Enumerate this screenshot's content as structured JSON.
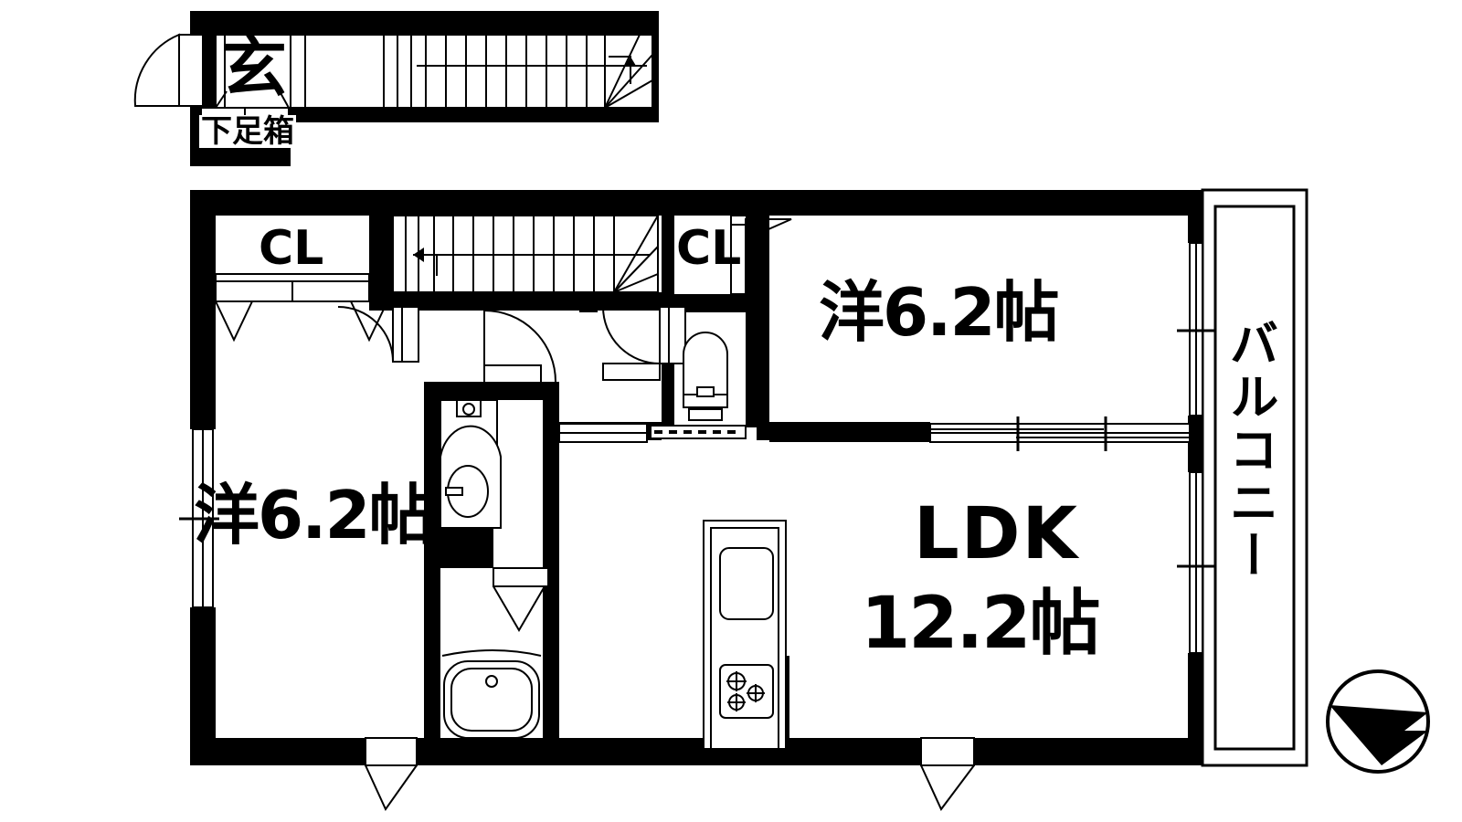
{
  "plan": {
    "type": "japanese-apartment-floor-plan",
    "layout_code": "2LDK",
    "background_color": "#ffffff",
    "wall_color": "#000000",
    "line_color": "#000000"
  },
  "rooms": [
    {
      "id": "genkan",
      "label": "玄",
      "name": "entrance-genkan"
    },
    {
      "id": "shoebox",
      "label": "下足箱",
      "name": "shoe-box"
    },
    {
      "id": "closet_west",
      "label": "CL",
      "name": "closet-west"
    },
    {
      "id": "closet_mid",
      "label": "CL",
      "name": "closet-middle"
    },
    {
      "id": "bedroom_ne",
      "label": "洋6.2帖",
      "name": "bedroom-northeast"
    },
    {
      "id": "bedroom_w",
      "label": "洋6.2帖",
      "name": "bedroom-west"
    },
    {
      "id": "ldk_name",
      "label": "LDK",
      "name": "living-dining-kitchen"
    },
    {
      "id": "ldk_size",
      "label": "12.2帖",
      "name": "ldk-area"
    },
    {
      "id": "balcony",
      "label": "バルコニー",
      "name": "balcony"
    }
  ],
  "fixtures": [
    {
      "id": "stairs_outer",
      "label": "",
      "name": "stairs-exterior"
    },
    {
      "id": "stairs_inner",
      "label": "",
      "name": "stairs-interior"
    },
    {
      "id": "washbasin",
      "label": "",
      "name": "washbasin"
    },
    {
      "id": "toilet_a",
      "label": "",
      "name": "toilet-seat-lavatory"
    },
    {
      "id": "toilet_b",
      "label": "",
      "name": "toilet-seat-hall"
    },
    {
      "id": "bathtub",
      "label": "",
      "name": "bathtub"
    },
    {
      "id": "kitchen_sink",
      "label": "",
      "name": "kitchen-sink"
    },
    {
      "id": "kitchen_stove",
      "label": "",
      "name": "gas-stove-3-burner"
    },
    {
      "id": "compass",
      "label": "",
      "name": "compass-north-indicator"
    }
  ],
  "labels": {
    "genkan": "玄",
    "shoebox": "下足箱",
    "cl_west": "CL",
    "cl_mid": "CL",
    "bedroom_ne": "洋6.2帖",
    "bedroom_w": "洋6.2帖",
    "ldk": "LDK",
    "ldk_size": "12.2帖",
    "balcony": "バルコニー"
  },
  "areas": {
    "bedroom_ne_jo": "6.2",
    "bedroom_w_jo": "6.2",
    "ldk_jo": "12.2",
    "unit": "帖"
  }
}
